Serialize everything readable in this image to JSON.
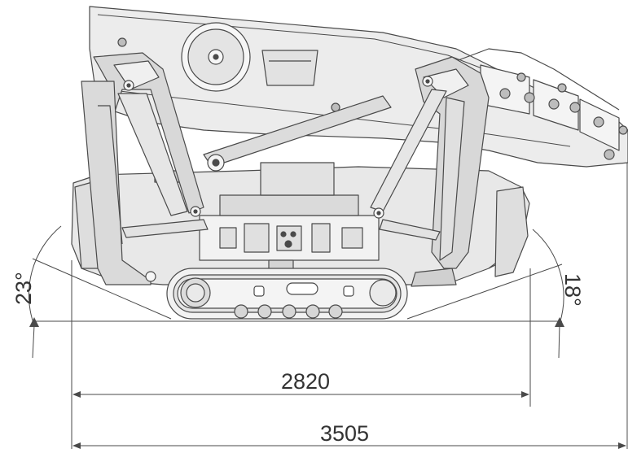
{
  "dimensions": {
    "overall_length": "3505",
    "track_width": "2820",
    "left_angle": "23°",
    "right_angle": "18°"
  },
  "colors": {
    "line": "#4a4a4a",
    "fill_body": "#e6e6e6",
    "fill_light": "#f2f2f2",
    "fill_dark": "#cfcfcf",
    "text": "#333333"
  }
}
